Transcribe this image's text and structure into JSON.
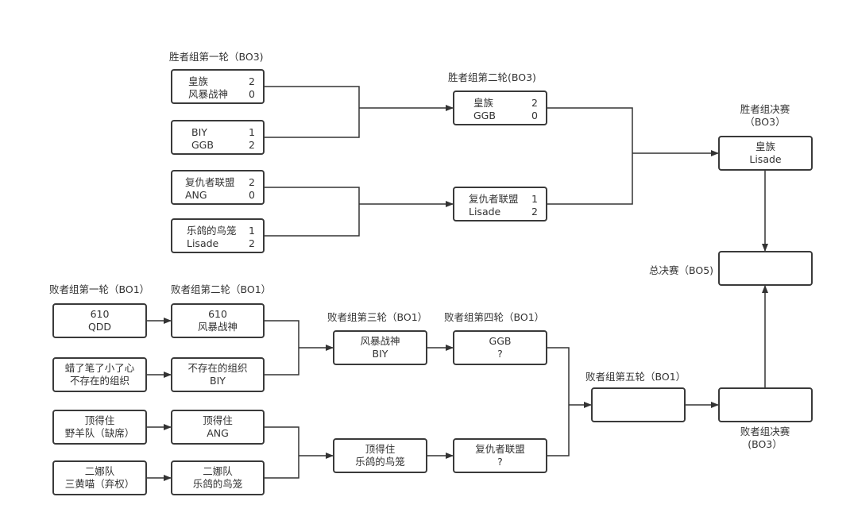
{
  "labels": {
    "w1": "胜者组第一轮（BO3)",
    "w2": "胜者组第二轮(BO3)",
    "wf_line1": "胜者组决赛",
    "wf_line2": "（BO3）",
    "gf": "总决赛（BO5)",
    "l1": "败者组第一轮（BO1）",
    "l2": "败者组第二轮（BO1）",
    "l3": "败者组第三轮（BO1）",
    "l4": "败者组第四轮（BO1）",
    "l5": "败者组第五轮（BO1）",
    "lf_line1": "败者组决赛",
    "lf_line2": "(BO3）"
  },
  "w1": [
    {
      "a": "皇族",
      "as": "2",
      "b": "风暴战神",
      "bs": "0"
    },
    {
      "a": "BIY",
      "as": "1",
      "b": "GGB",
      "bs": "2"
    },
    {
      "a": "复仇者联盟",
      "as": "2",
      "b": "ANG",
      "bs": "0"
    },
    {
      "a": "乐鸽的鸟笼",
      "as": "1",
      "b": "Lisade",
      "bs": "2"
    }
  ],
  "w2": [
    {
      "a": "皇族",
      "as": "2",
      "b": "GGB",
      "bs": "0"
    },
    {
      "a": "复仇者联盟",
      "as": "1",
      "b": "Lisade",
      "bs": "2"
    }
  ],
  "wf": {
    "a": "皇族",
    "b": "Lisade"
  },
  "gf": {
    "a": "",
    "b": ""
  },
  "l1": [
    {
      "a": "610",
      "b": "QDD"
    },
    {
      "a": "蜡了笔了小了心",
      "b": "不存在的组织"
    },
    {
      "a": "顶得住",
      "b": "野羊队（缺席）"
    },
    {
      "a": "二娜队",
      "b": "三黄喵（弃权）"
    }
  ],
  "l2": [
    {
      "a": "610",
      "b": "风暴战神"
    },
    {
      "a": "不存在的组织",
      "b": "BIY"
    },
    {
      "a": "顶得住",
      "b": "ANG"
    },
    {
      "a": "二娜队",
      "b": "乐鸽的鸟笼"
    }
  ],
  "l3": [
    {
      "a": "风暴战神",
      "b": "BIY"
    },
    {
      "a": "顶得住",
      "b": "乐鸽的鸟笼"
    }
  ],
  "l4": [
    {
      "a": "GGB",
      "b": "?"
    },
    {
      "a": "复仇者联盟",
      "b": "?"
    }
  ],
  "l5": {
    "a": "",
    "b": ""
  },
  "lf": {
    "a": "",
    "b": ""
  }
}
